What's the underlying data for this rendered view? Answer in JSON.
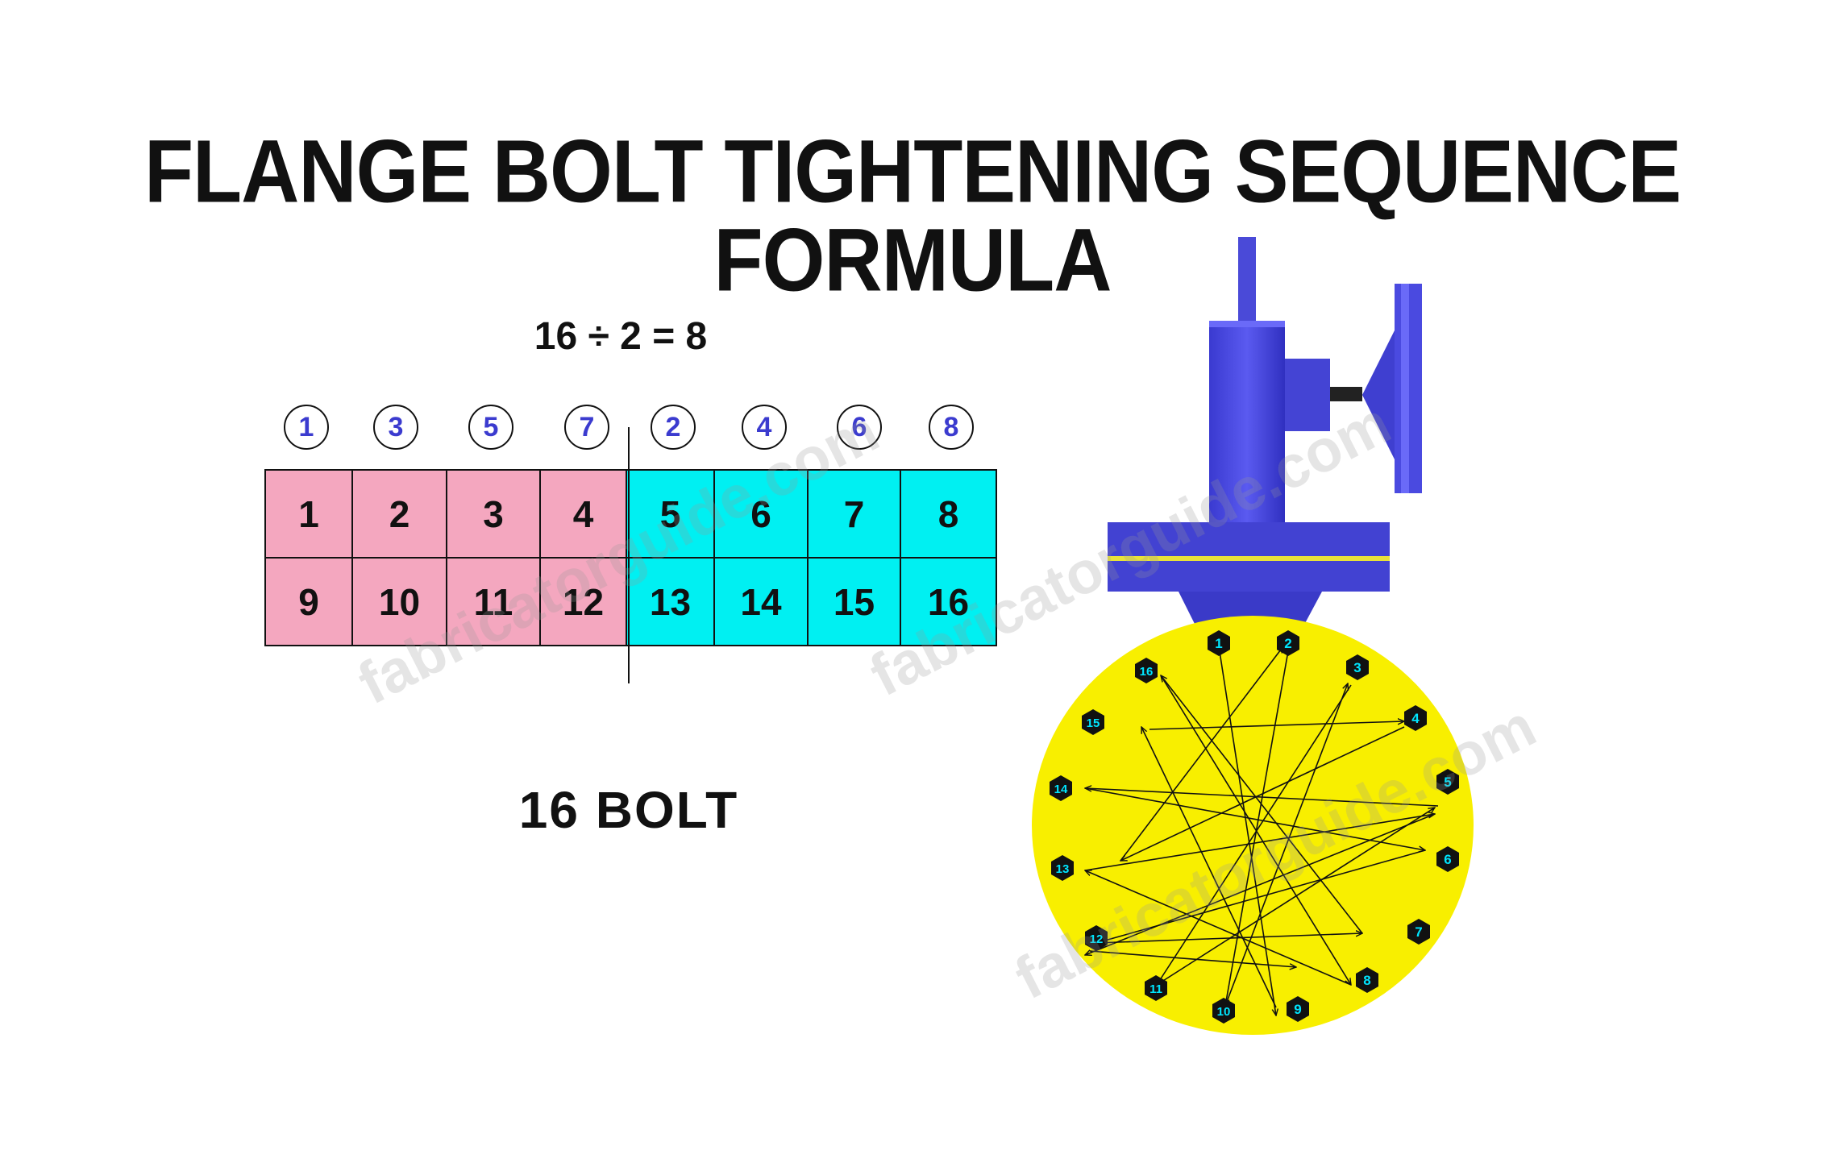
{
  "title": "FLANGE BOLT  TIGHTENING SEQUENCE FORMULA",
  "formula": "16 ÷ 2 = 8",
  "bolt_label": "16  BOLT",
  "watermark": "fabricatorguide.com",
  "sequence_order": [
    "1",
    "3",
    "5",
    "7",
    "2",
    "4",
    "6",
    "8"
  ],
  "grid": {
    "row1": [
      "1",
      "2",
      "3",
      "4",
      "5",
      "6",
      "7",
      "8"
    ],
    "row2": [
      "9",
      "10",
      "11",
      "12",
      "13",
      "14",
      "15",
      "16"
    ]
  },
  "flange": {
    "bolt_labels": [
      "1",
      "2",
      "3",
      "4",
      "5",
      "6",
      "7",
      "8",
      "9",
      "10",
      "11",
      "12",
      "13",
      "14",
      "15",
      "16"
    ]
  },
  "colors": {
    "left_half": "#f4a7bf",
    "right_half": "#00f0f2",
    "order_numbers": "#3b3bcf",
    "flange_face": "#f8ef00",
    "valve_body": "#4848e0",
    "bolt_label": "#00e5ff"
  }
}
